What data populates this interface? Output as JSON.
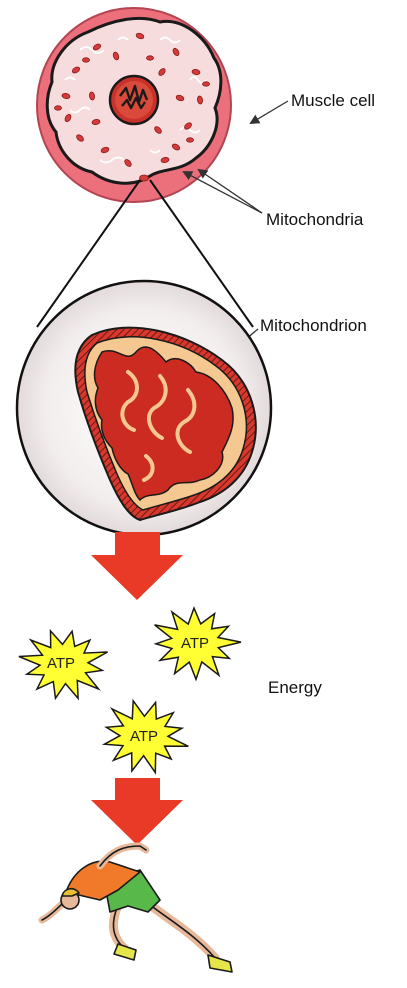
{
  "labels": {
    "muscle_cell": "Muscle cell",
    "mitochondria": "Mitochondria",
    "mitochondrion": "Mitochondrion",
    "energy": "Energy"
  },
  "atp": {
    "text": "ATP",
    "count": 3
  },
  "colors": {
    "cell_outer": "#ec6f7c",
    "cell_inner": "#f6dcdc",
    "nucleus": "#c8312c",
    "organelle": "#d63a3a",
    "matrix": "#cc2b22",
    "membrane_fill": "#f4c890",
    "arrow": "#e83a26",
    "burst": "#ffff33"
  }
}
